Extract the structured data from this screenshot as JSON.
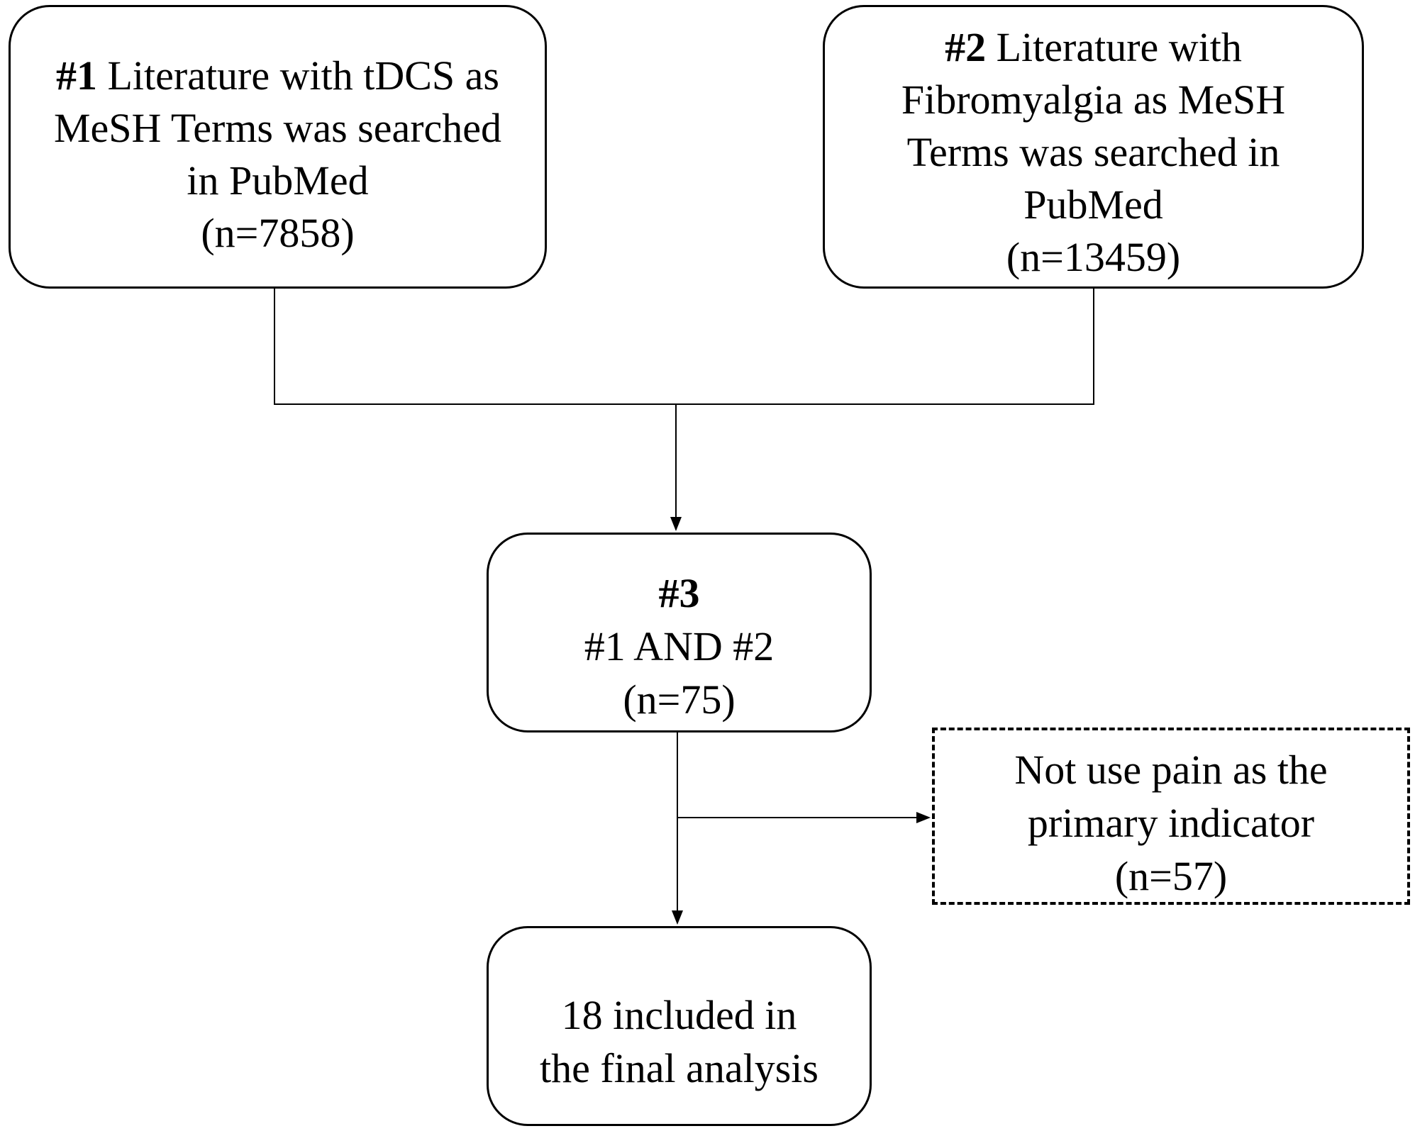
{
  "nodes": {
    "box1": {
      "id_label": "#1",
      "line1_rest": " Literature with tDCS as",
      "line2": "MeSH Terms was searched",
      "line3": "in PubMed",
      "count": "(n=7858)"
    },
    "box2": {
      "id_label": "#2",
      "line1_rest": " Literature with",
      "line2": "Fibromyalgia as MeSH",
      "line3": "Terms was searched in",
      "line4": "PubMed",
      "count": "(n=13459)"
    },
    "box3": {
      "id_label": "#3",
      "line2": "#1 AND #2",
      "count": "(n=75)"
    },
    "box4": {
      "line1": "18 included in",
      "line2": "the final analysis"
    },
    "box5": {
      "line1": "Not use pain as the",
      "line2": "primary indicator",
      "count": "(n=57)"
    }
  },
  "colors": {
    "stroke": "#000000",
    "background": "#ffffff"
  }
}
